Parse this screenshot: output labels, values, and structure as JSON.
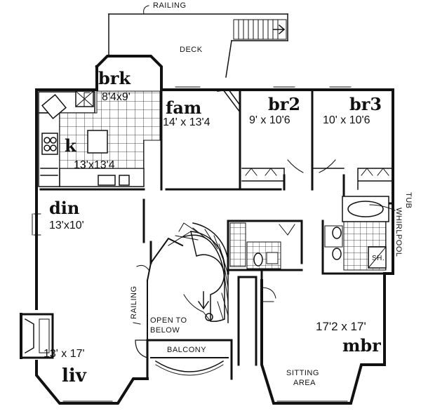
{
  "notes": {
    "railing_top": "RAILING",
    "deck": "DECK",
    "railing_side": "RAILING",
    "open_to_below_1": "OPEN TO",
    "open_to_below_2": "BELOW",
    "balcony": "BALCONY",
    "sitting_area_1": "SITTING",
    "sitting_area_2": "AREA",
    "whirlpool_1": "WHIRLPOOL",
    "whirlpool_2": "TUB",
    "shower": "SH."
  },
  "rooms": {
    "brk": {
      "name": "brk",
      "dims": "8'4x9'"
    },
    "fam": {
      "name": "fam",
      "dims": "14' x 13'4"
    },
    "br2": {
      "name": "br2",
      "dims": "9' x 10'6"
    },
    "br3": {
      "name": "br3",
      "dims": "10' x 10'6"
    },
    "k": {
      "name": "k",
      "dims": "13'x13'4"
    },
    "din": {
      "name": "din",
      "dims": "13'x10'"
    },
    "mbr": {
      "name": "mbr",
      "dims": "17'2 x 17'"
    },
    "liv": {
      "name": "liv",
      "dims": "13' x 17'"
    }
  },
  "colors": {
    "line": "#111111",
    "background": "#ffffff"
  }
}
